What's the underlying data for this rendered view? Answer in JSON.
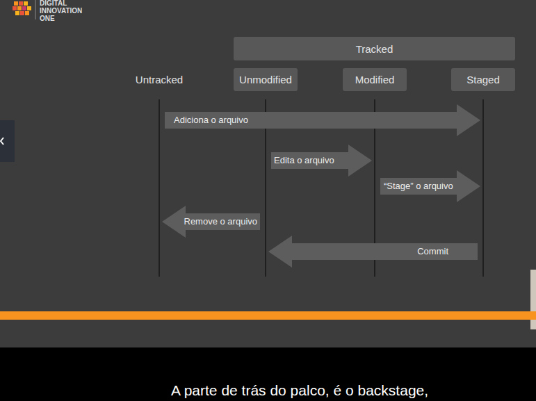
{
  "diagram": {
    "nodes": [
      {
        "text": [
          "Tracked"
        ]
      },
      {
        "text": [
          "Untracked"
        ]
      },
      {
        "text": [
          "Unmodified"
        ]
      },
      {
        "text": [
          "Modified"
        ]
      },
      {
        "text": [
          "Staged"
        ]
      }
    ],
    "edges": [
      {
        "from": 1,
        "to": 4,
        "arrow": "to",
        "label": "Adiciona o arquivo"
      },
      {
        "from": 2,
        "to": 3,
        "arrow": "to",
        "label": "Edita o arquivo"
      },
      {
        "from": 3,
        "to": 4,
        "arrow": "to",
        "label": "“Stage” o arquivo"
      },
      {
        "from": 2,
        "to": 1,
        "arrow": "to",
        "label": "Remove o arquivo"
      },
      {
        "from": 4,
        "to": 2,
        "arrow": "to",
        "label": "Commit"
      }
    ],
    "labels": [
      "DIGITAL INNOVATION ONE",
      "A parte de trás do palco, é o backstage,"
    ]
  }
}
